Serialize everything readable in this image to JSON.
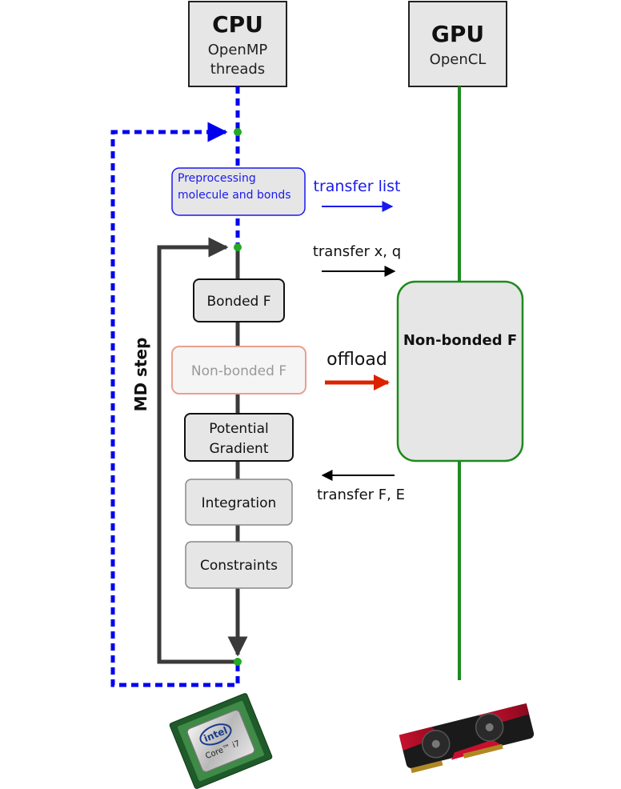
{
  "cpu": {
    "title": "CPU",
    "subtitle_line1": "OpenMP",
    "subtitle_line2": "threads"
  },
  "gpu": {
    "title": "GPU",
    "subtitle": "OpenCL"
  },
  "cpu_steps": {
    "preprocessing_line1": "Preprocessing",
    "preprocessing_line2": "molecule and bonds",
    "bonded": "Bonded F",
    "nonbonded_offloaded": "Non-bonded F",
    "potential_line1": "Potential",
    "potential_line2": "Gradient",
    "integration": "Integration",
    "constraints": "Constraints"
  },
  "gpu_steps": {
    "nonbonded": "Non-bonded F"
  },
  "transfers": {
    "transfer_list": "transfer list",
    "transfer_xq": "transfer x, q",
    "offload": "offload",
    "transfer_fe": "transfer F, E"
  },
  "loop": {
    "md_step": "MD step"
  },
  "chips": {
    "cpu_brand": "intel",
    "cpu_model": "Core™ i7"
  },
  "colors": {
    "cpu_line": "#0000ee",
    "gpu_line": "#1e8a1e",
    "loop_line": "#3a3a3a",
    "offload_arrow": "#dd2200",
    "preprocessing_text": "#1a1aee",
    "faded_box_border": "#e8a090",
    "faded_text": "#999999",
    "node_dot": "#22aa22",
    "box_fill": "#e8e8e8"
  },
  "icons": {
    "cpu_chip": "cpu-chip-icon",
    "gpu_card": "graphics-card-icon"
  }
}
